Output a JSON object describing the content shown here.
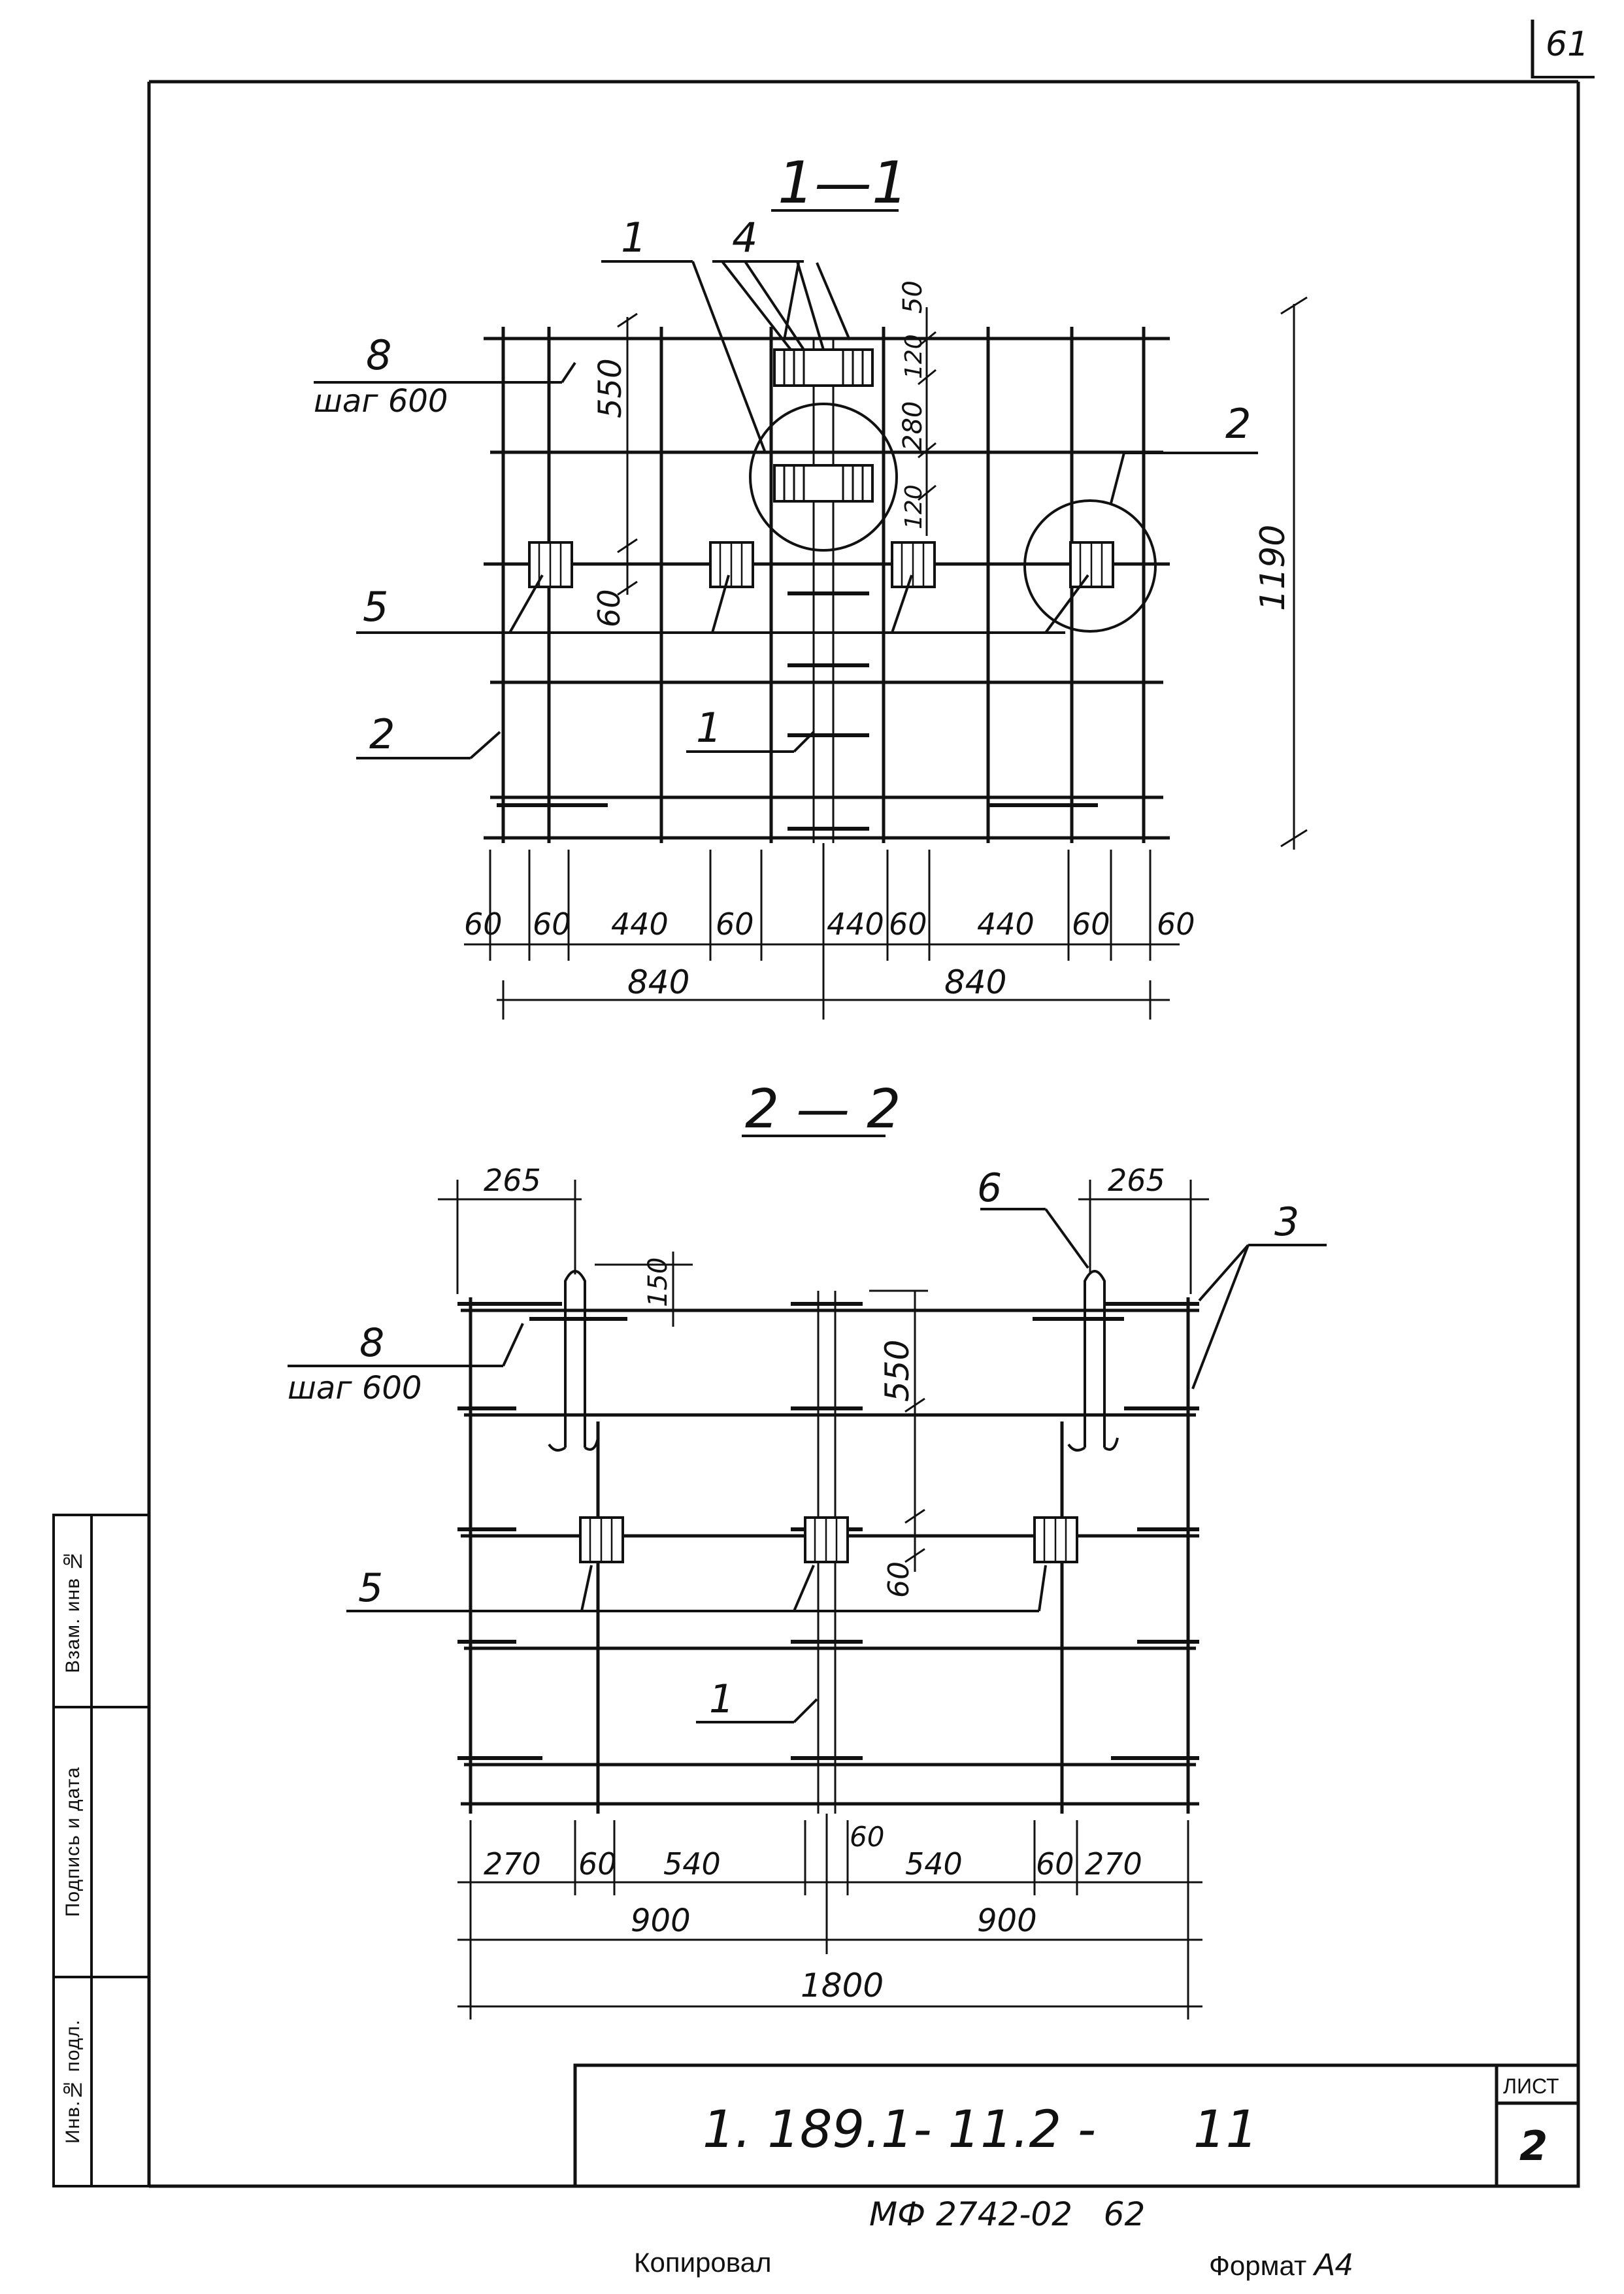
{
  "page": {
    "page_number_top": "61",
    "sheet_label": "ЛИСТ",
    "sheet_number": "2",
    "document_code": "1. 189.1- 11.2 -      11",
    "bottom_stamp": "МФ 2742-02   62",
    "copied_label": "Копировал",
    "format_label": "Формат",
    "format_value": "А4"
  },
  "side_stamp": {
    "inv_podl": "Инв.№ подл.",
    "podpis_data": "Подпись и дата",
    "vzam_inv": "Взам. инв №"
  },
  "section_1": {
    "title": "1—1",
    "callouts": {
      "c1_top": "1",
      "c4": "4",
      "c8": "8",
      "c8_step": "шаг 600",
      "c2_right": "2",
      "c5": "5",
      "c2_left": "2",
      "c1_bottom": "1"
    },
    "dims": {
      "d550": "550",
      "d60_v": "60",
      "d50": "50",
      "d120_a": "120",
      "d280": "280",
      "d120_b": "120",
      "d1190": "1190",
      "bottom_row": [
        "60",
        "60",
        "440",
        "60",
        "440",
        "60",
        "440",
        "60",
        "60"
      ],
      "half_a": "840",
      "half_b": "840"
    }
  },
  "section_2": {
    "title": "2 — 2",
    "callouts": {
      "c6": "6",
      "c3": "3",
      "c8": "8",
      "c8_step": "шаг 600",
      "c5": "5",
      "c1": "1"
    },
    "dims": {
      "d265_left": "265",
      "d265_right": "265",
      "d150": "150",
      "d550": "550",
      "d60_v": "60",
      "d60_mid": "60",
      "bottom_row": [
        "270",
        "60",
        "540",
        "540",
        "60",
        "270"
      ],
      "half_a": "900",
      "half_b": "900",
      "total": "1800"
    }
  }
}
